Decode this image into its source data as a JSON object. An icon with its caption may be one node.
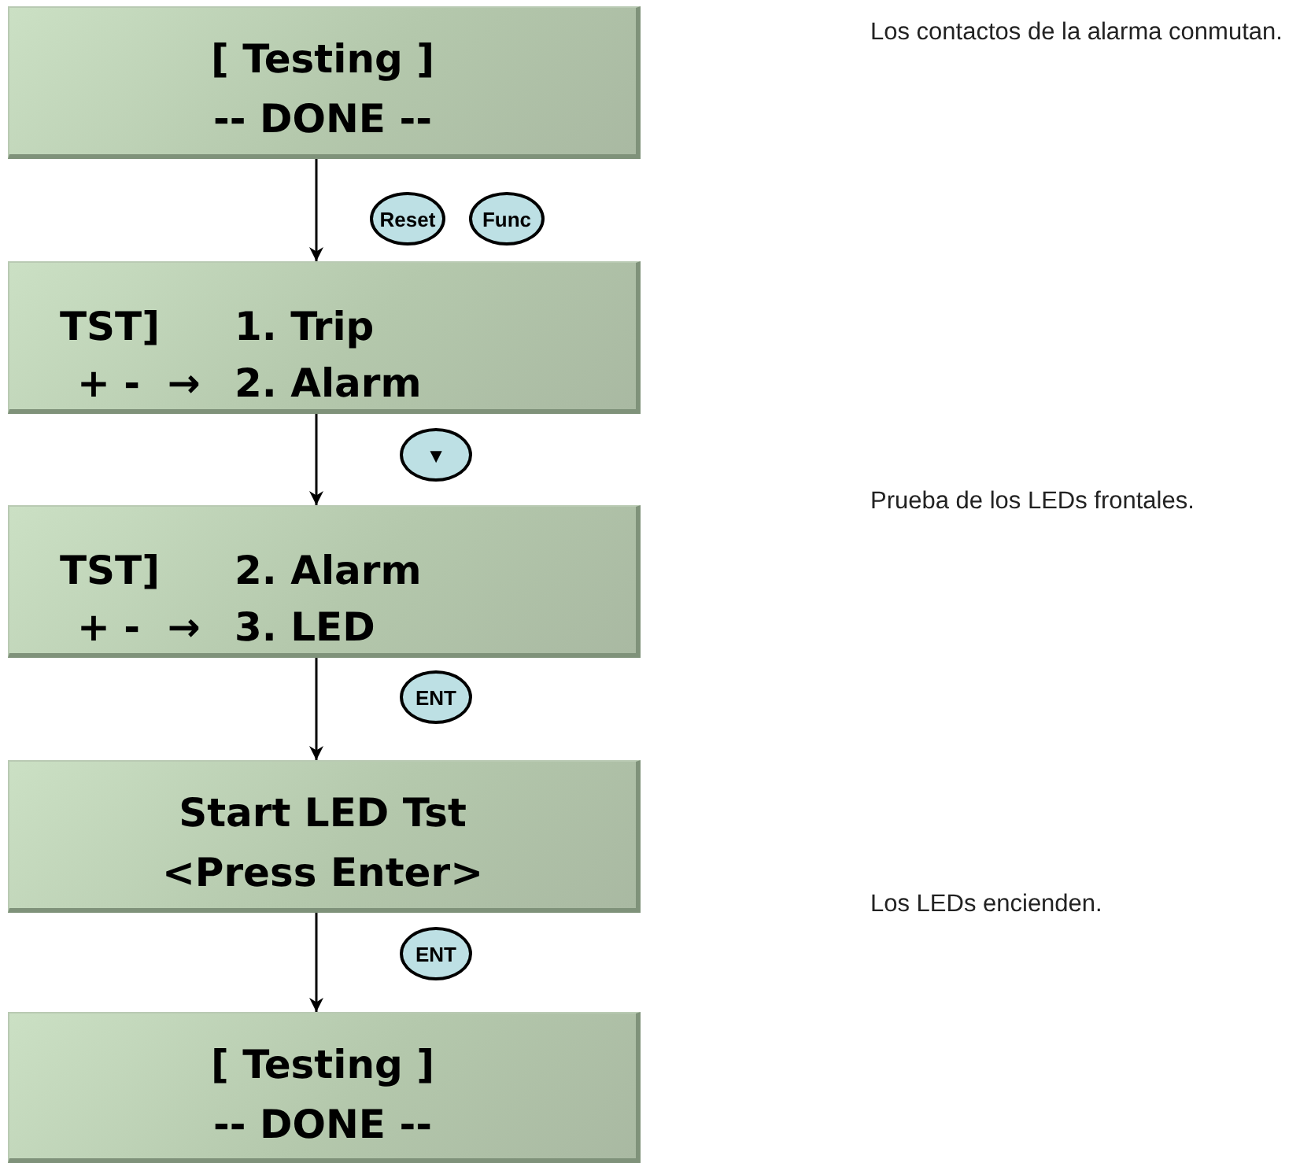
{
  "diagram": {
    "nodes": [
      {
        "text": [
          "[ Testing ]",
          "-- DONE --"
        ]
      },
      {
        "text": [
          "TST]",
          "1. Trip",
          "+ -  →",
          "2. Alarm"
        ]
      },
      {
        "text": [
          "TST]",
          "2. Alarm",
          "+ -  →",
          "3. LED"
        ]
      },
      {
        "text": [
          "Start LED Tst",
          "<Press Enter>"
        ]
      },
      {
        "text": [
          "[ Testing ]",
          "-- DONE --"
        ]
      }
    ],
    "edges": [
      {
        "from": 0,
        "to": 1,
        "arrow": "to"
      },
      {
        "from": 1,
        "to": 2,
        "arrow": "to"
      },
      {
        "from": 2,
        "to": 3,
        "arrow": "to"
      },
      {
        "from": 3,
        "to": 4,
        "arrow": "to"
      }
    ],
    "labels": [
      "Los contactos de la alarma conmutan.",
      "Reset",
      "Func",
      "▼",
      "Prueba de los LEDs frontales.",
      "ENT",
      "Los LEDs encienden.",
      "ENT"
    ]
  }
}
